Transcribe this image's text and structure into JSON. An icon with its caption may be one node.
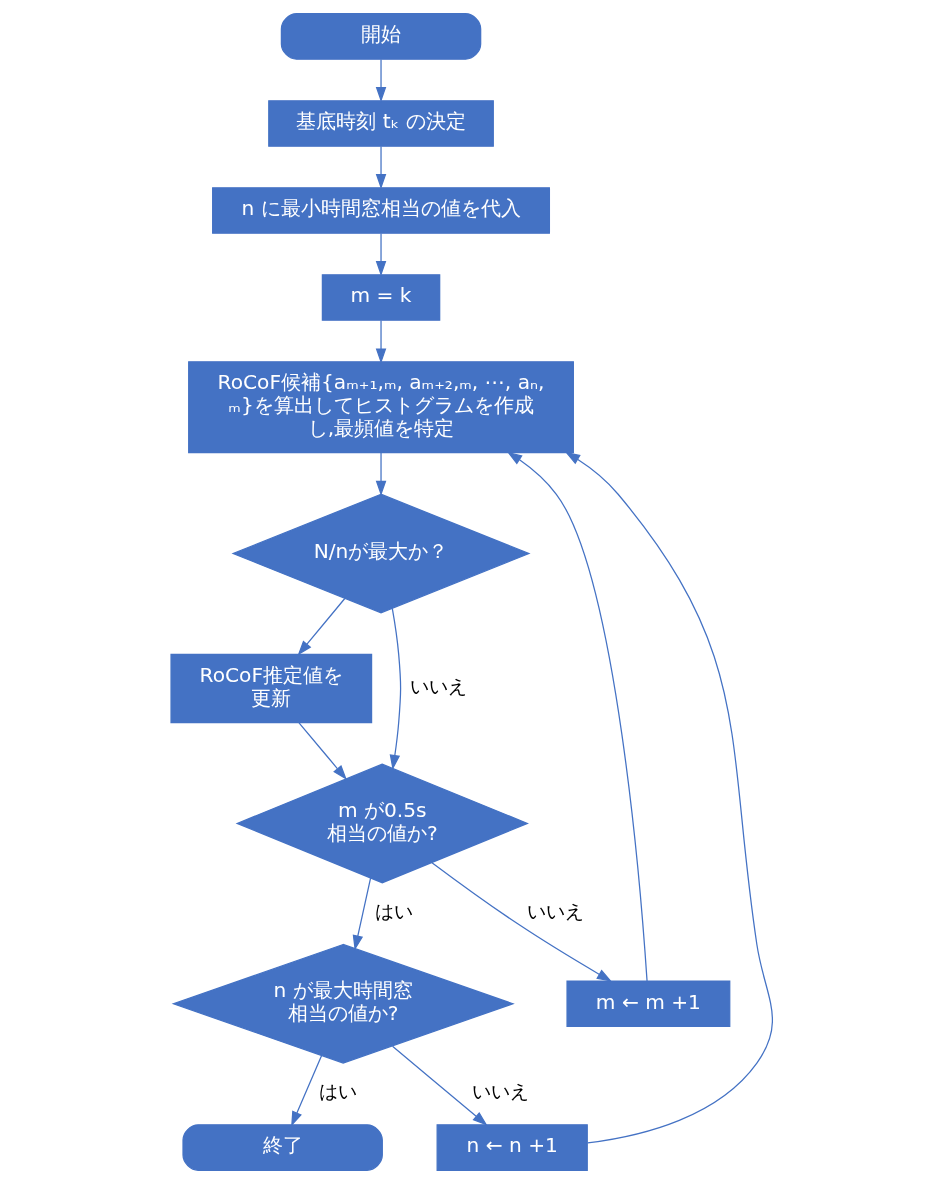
{
  "diagram": {
    "nodes": [
      {
        "text": [
          "開始"
        ]
      },
      {
        "text": [
          "基底時刻 tₖ の決定"
        ]
      },
      {
        "text": [
          "n に最小時間窓相当の値を代入"
        ]
      },
      {
        "text": [
          "m = k"
        ]
      },
      {
        "text": [
          "RoCoF候補{aₘ₊₁,ₘ, aₘ₊₂,ₘ, ⋯, aₙ,ₘ}を算出してヒストグラムを作成し,最頻値を特定"
        ]
      },
      {
        "text": [
          "N/nが最大か？"
        ]
      },
      {
        "text": [
          "RoCoF推定値を更新"
        ]
      },
      {
        "text": [
          "m が0.5s相当の値か?"
        ]
      },
      {
        "text": [
          "n が最大時間窓相当の値か?"
        ]
      },
      {
        "text": [
          "終了"
        ]
      },
      {
        "text": [
          "m ← m +1"
        ]
      },
      {
        "text": [
          "n ← n +1"
        ]
      }
    ],
    "edges": [
      {
        "from": 0,
        "to": 1,
        "arrow": "to"
      },
      {
        "from": 1,
        "to": 2,
        "arrow": "to"
      },
      {
        "from": 2,
        "to": 3,
        "arrow": "to"
      },
      {
        "from": 3,
        "to": 4,
        "arrow": "to"
      },
      {
        "from": 4,
        "to": 5,
        "arrow": "to"
      },
      {
        "from": 5,
        "to": 6,
        "arrow": "to"
      },
      {
        "from": 5,
        "to": 7,
        "arrow": "to",
        "label": "いいえ"
      },
      {
        "from": 6,
        "to": 7,
        "arrow": "to"
      },
      {
        "from": 7,
        "to": 8,
        "arrow": "to",
        "label": "はい"
      },
      {
        "from": 7,
        "to": 10,
        "arrow": "to",
        "label": "いいえ"
      },
      {
        "from": 10,
        "to": 4,
        "arrow": "to"
      },
      {
        "from": 8,
        "to": 9,
        "arrow": "to",
        "label": "はい"
      },
      {
        "from": 8,
        "to": 11,
        "arrow": "to",
        "label": "いいえ"
      },
      {
        "from": 11,
        "to": 4,
        "arrow": "to"
      }
    ]
  }
}
